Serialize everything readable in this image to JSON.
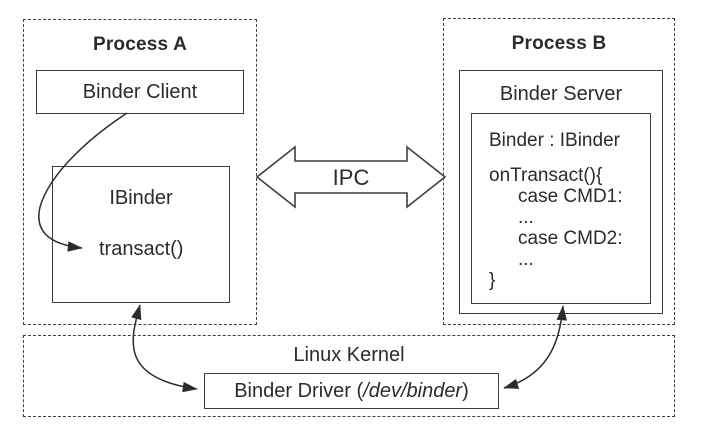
{
  "diagram": {
    "process_a": {
      "title": "Process A",
      "client_label": "Binder Client",
      "ibinder_label": "IBinder",
      "transact_label": "transact()"
    },
    "process_b": {
      "title": "Process B",
      "server_label": "Binder Server",
      "code_lines": [
        "Binder : IBinder",
        "onTransact(){",
        "case CMD1:",
        "...",
        "case CMD2:",
        "...",
        "}"
      ]
    },
    "ipc_label": "IPC",
    "kernel": {
      "title": "Linux Kernel",
      "driver_prefix": "Binder Driver (",
      "driver_path": "/dev/binder",
      "driver_suffix": ")"
    },
    "colors": {
      "line": "#3f3f3f",
      "text": "#2b2b2b",
      "background": "#ffffff"
    }
  }
}
